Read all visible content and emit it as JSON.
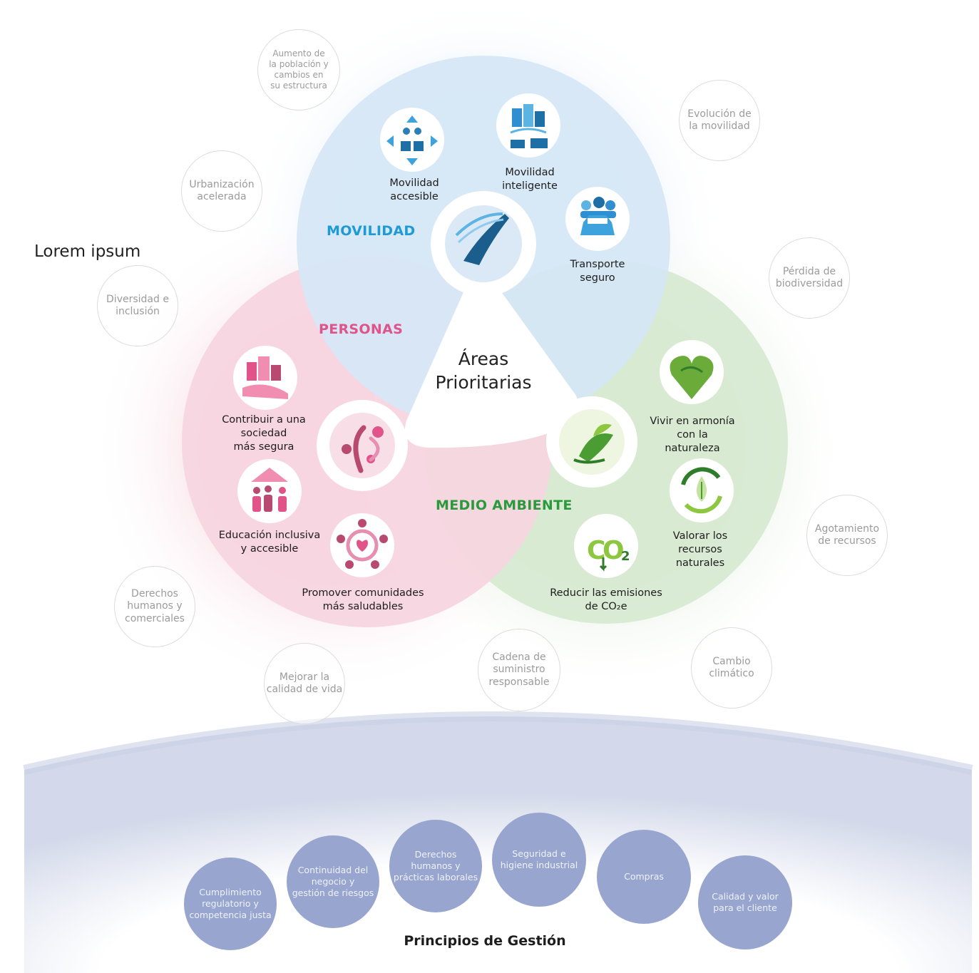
{
  "side_label": "Lorem ipsum",
  "center_label": "Áreas\nPrioritarias",
  "areas": {
    "movilidad": {
      "title": "MOVILIDAD",
      "color": "#1e9ad6",
      "items": [
        "Movilidad\naccesible",
        "Movilidad\ninteligente",
        "Transporte\nseguro"
      ]
    },
    "personas": {
      "title": "PERSONAS",
      "color": "#e0548a",
      "items": [
        "Contribuir a una\nsociedad\nmás segura",
        "Educación inclusiva\ny accesible",
        "Promover comunidades\nmás saludables"
      ]
    },
    "medio_ambiente": {
      "title": "MEDIO AMBIENTE",
      "color": "#2a9a3c",
      "items": [
        "Vivir en armonía\ncon la\nnaturaleza",
        "Valorar los\nrecursos\nnaturales",
        "Reducir las emisiones\nde CO₂e"
      ]
    }
  },
  "issues": [
    "Aumento de\nla población y\ncambios en\nsu estructura",
    "Evolución de\nla movilidad",
    "Urbanización\nacelerada",
    "Pérdida de\nbiodiversidad",
    "Diversidad e\ninclusión",
    "Agotamiento\nde recursos",
    "Derechos\nhumanos y\ncomerciales",
    "Cambio\nclimático",
    "Mejorar la\ncalidad de vida",
    "Cadena de\nsuministro\nresponsable"
  ],
  "principles": {
    "title": "Principios de Gestión",
    "items": [
      "Cumplimiento\nregulatorio y\ncompetencia justa",
      "Continuidad del\nnegocio y\ngestión de riesgos",
      "Derechos\nhumanos  y\nprácticas laborales",
      "Seguridad e\nhigiene industrial",
      "Compras",
      "Calidad y valor\npara el cliente"
    ],
    "color": "#98a6cf"
  }
}
